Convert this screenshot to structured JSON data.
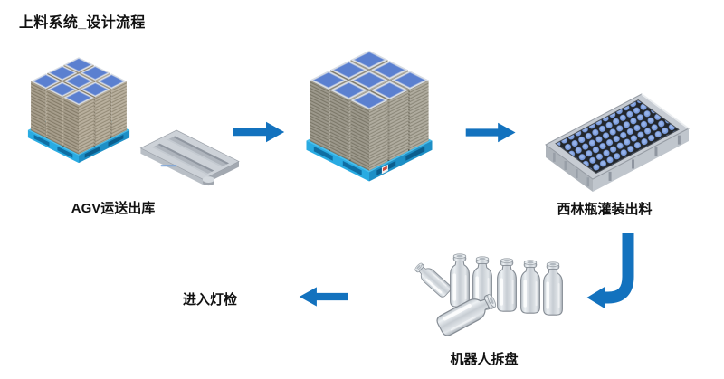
{
  "title": "上料系统_设计流程",
  "nodes": [
    {
      "id": "agv-outbound",
      "label": "AGV运送出库",
      "illustration": "pallet-of-stacked-trays-with-agv-shuttle"
    },
    {
      "id": "stacked-pallet",
      "label": "",
      "illustration": "pallet-of-stacked-trays"
    },
    {
      "id": "vial-filling-output",
      "label": "西林瓶灌装出料",
      "illustration": "tray-full-of-capped-vials"
    },
    {
      "id": "robot-depalletizing",
      "label": "机器人拆盘",
      "illustration": "loose-glass-vials"
    },
    {
      "id": "light-inspection",
      "label": "进入灯检",
      "illustration": "none"
    }
  ],
  "arrows": [
    {
      "from": "agv-outbound",
      "to": "stacked-pallet",
      "direction": "right"
    },
    {
      "from": "stacked-pallet",
      "to": "vial-filling-output",
      "direction": "right"
    },
    {
      "from": "vial-filling-output",
      "to": "robot-depalletizing",
      "direction": "down-left"
    },
    {
      "from": "robot-depalletizing",
      "to": "light-inspection",
      "direction": "left"
    }
  ],
  "colors": {
    "arrow": "#1372BE",
    "pallet_blue": "#29ABE2",
    "pallet_blue_dark": "#1D8FC6",
    "stack_top_blue": "#5B80D0",
    "vial_cap_blue": "#7D9EDE",
    "text": "#111111",
    "background": "#FFFFFF"
  }
}
